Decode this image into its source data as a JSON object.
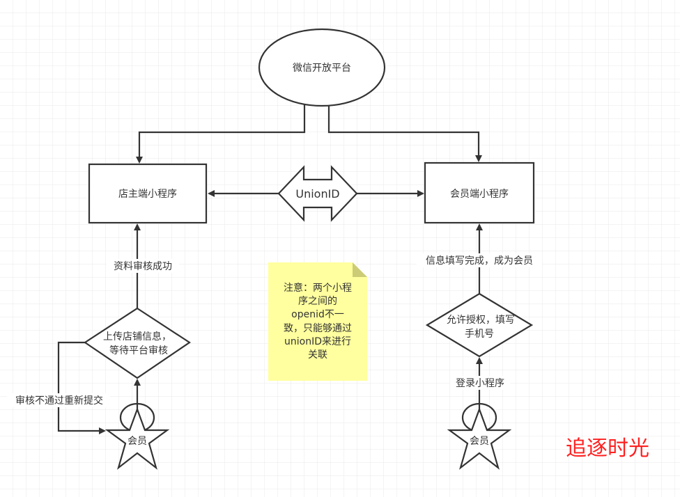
{
  "nodes": {
    "platform": "微信开放平台",
    "shop_app": "店主端小程序",
    "member_app": "会员端小程序",
    "union": "UnionID",
    "upload": [
      "上传店铺信息，",
      "等待平台审核"
    ],
    "authorize": [
      "允许授权，填写",
      "手机号"
    ],
    "actor_left": "会员",
    "actor_right": "会员"
  },
  "edges": {
    "audit_ok": "资料审核成功",
    "audit_fail": "审核不通过重新提交",
    "member_done": "信息填写完成，成为会员",
    "login": "登录小程序"
  },
  "note": [
    "注意：两个小程",
    "序之间的",
    "openid不一",
    "致，只能够通过",
    "unionID来进行",
    "关联"
  ],
  "watermark": "追逐时光",
  "colors": {
    "note": "#ffff9f",
    "watermark": "#ff2020",
    "stroke": "#333333"
  }
}
